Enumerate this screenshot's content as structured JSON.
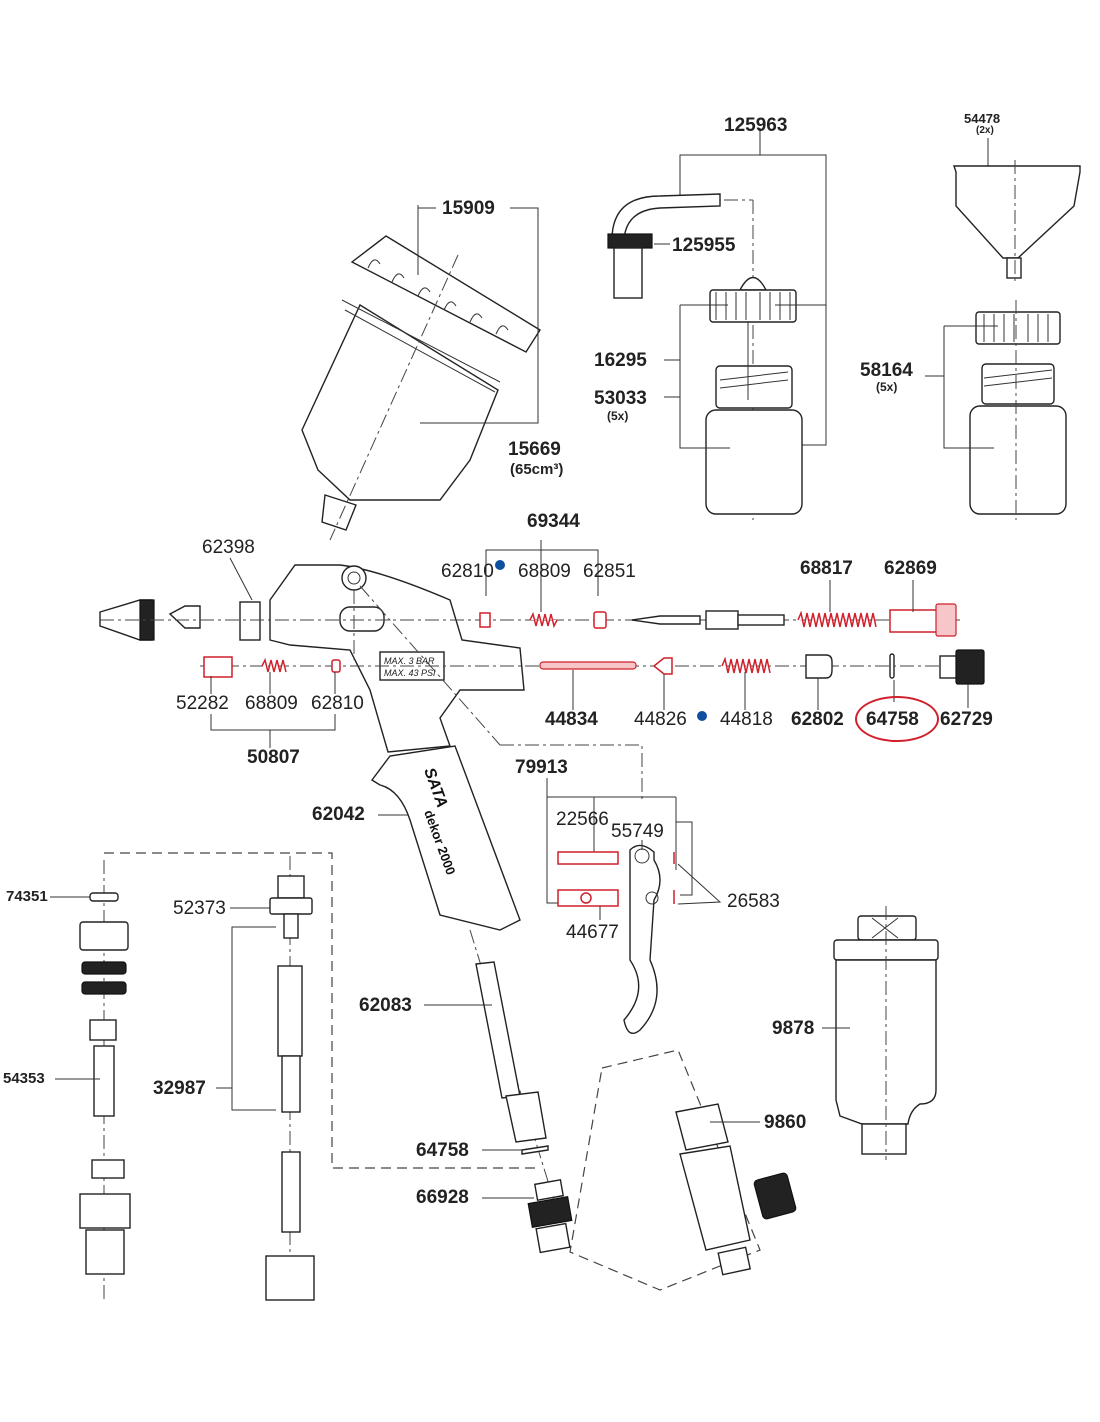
{
  "title": "SATA dekor 2000 exploded parts diagram",
  "brand": {
    "name": "SATA",
    "model": "dekor 2000",
    "plate_line1": "MAX.   3  BAR",
    "plate_line2": "MAX.  43 PSI"
  },
  "colors": {
    "line": "#222222",
    "highlight_parts": "#d11f2b",
    "marker_dot": "#0f4fa0",
    "highlight_circle": "#d11f2b"
  },
  "labels": {
    "p125963": "125963",
    "p54478": "54478",
    "p54478_qty": "(2x)",
    "p15909": "15909",
    "p125955": "125955",
    "p16295": "16295",
    "p53033": "53033",
    "p53033_qty": "(5x)",
    "p58164": "58164",
    "p58164_qty": "(5x)",
    "p15669": "15669",
    "p15669_cap": "(65cm³)",
    "p69344": "69344",
    "p62398": "62398",
    "p62810_top": "62810",
    "p68809_top": "68809",
    "p62851": "62851",
    "p68817": "68817",
    "p62869": "62869",
    "p52282": "52282",
    "p68809_bot": "68809",
    "p62810_bot": "62810",
    "p50807": "50807",
    "p44834": "44834",
    "p44826": "44826",
    "p44818": "44818",
    "p62802": "62802",
    "p64758_top": "64758",
    "p62729": "62729",
    "p79913": "79913",
    "p22566": "22566",
    "p55749": "55749",
    "p26583": "26583",
    "p44677": "44677",
    "p62042": "62042",
    "p74351": "74351",
    "p52373": "52373",
    "p54353": "54353",
    "p32987": "32987",
    "p62083": "62083",
    "p64758_bot": "64758",
    "p66928": "66928",
    "p9860": "9860",
    "p9878": "9878"
  },
  "markers": {
    "blue_dot_parts": [
      "62810",
      "44826"
    ],
    "circled_part": "64758"
  }
}
